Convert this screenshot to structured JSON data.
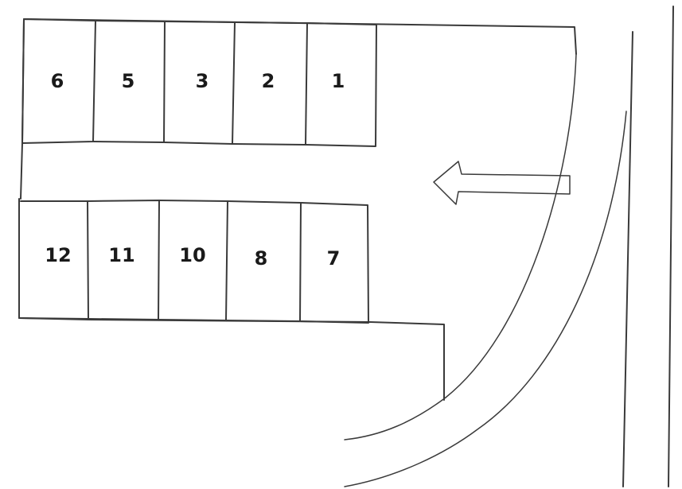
{
  "diagram": {
    "type": "parking-lot-layout",
    "top_row": [
      {
        "label": "6"
      },
      {
        "label": "5"
      },
      {
        "label": "3"
      },
      {
        "label": "2"
      },
      {
        "label": "1"
      }
    ],
    "bottom_row": [
      {
        "label": "12"
      },
      {
        "label": "11"
      },
      {
        "label": "10"
      },
      {
        "label": "8"
      },
      {
        "label": "7"
      }
    ],
    "arrow_icon": "arrow-left-icon"
  }
}
